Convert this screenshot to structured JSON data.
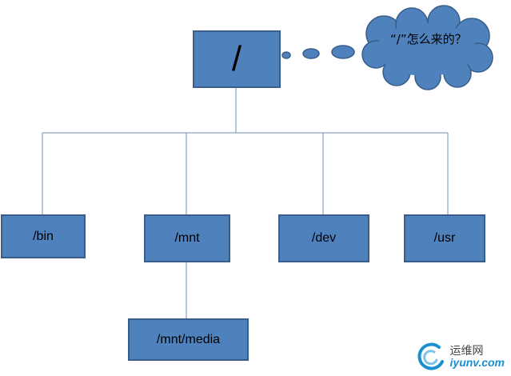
{
  "diagram": {
    "root": {
      "label": "/"
    },
    "thought": {
      "text": "“/”怎么来的？"
    },
    "children": [
      {
        "label": "/bin"
      },
      {
        "label": "/mnt"
      },
      {
        "label": "/dev"
      },
      {
        "label": "/usr"
      }
    ],
    "grandchild": {
      "label": "/mnt/media"
    }
  },
  "watermark": {
    "cn": "运维网",
    "en": "iyunv.com"
  },
  "colors": {
    "box_fill": "#4f81bd",
    "box_border": "#385d8a",
    "line": "#6d8fba",
    "watermark_accent": "#1a8fd1"
  }
}
